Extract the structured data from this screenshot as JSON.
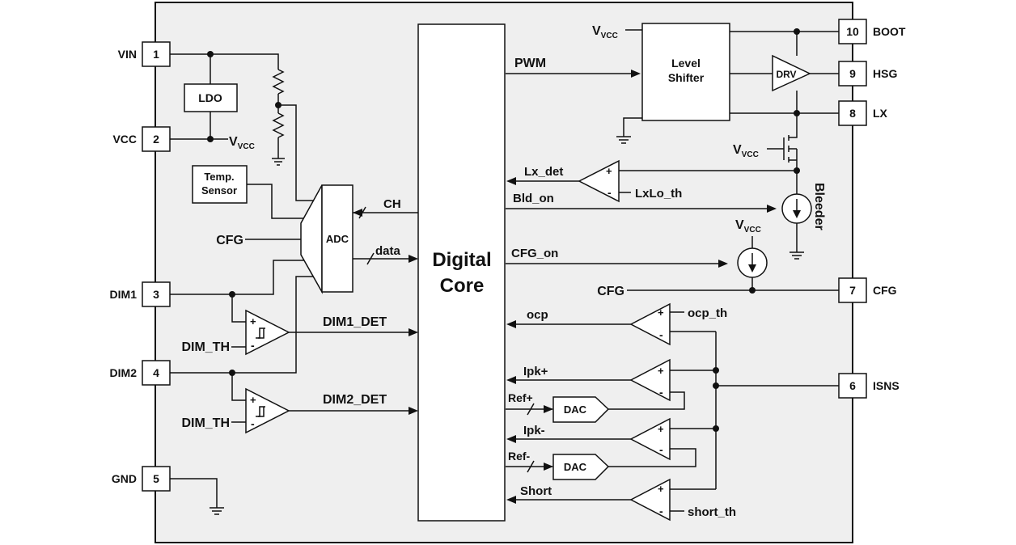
{
  "core": {
    "line1": "Digital",
    "line2": "Core"
  },
  "pins": [
    {
      "num": "1",
      "name": "VIN"
    },
    {
      "num": "2",
      "name": "VCC"
    },
    {
      "num": "3",
      "name": "DIM1"
    },
    {
      "num": "4",
      "name": "DIM2"
    },
    {
      "num": "5",
      "name": "GND"
    },
    {
      "num": "6",
      "name": "ISNS"
    },
    {
      "num": "7",
      "name": "CFG"
    },
    {
      "num": "8",
      "name": "LX"
    },
    {
      "num": "9",
      "name": "HSG"
    },
    {
      "num": "10",
      "name": "BOOT"
    }
  ],
  "blocks": {
    "ldo": "LDO",
    "temp_line1": "Temp.",
    "temp_line2": "Sensor",
    "adc": "ADC",
    "level_line1": "Level",
    "level_line2": "Shifter",
    "drv": "DRV",
    "dac": "DAC"
  },
  "labels": {
    "v": "V",
    "vcc_sub": "VCC",
    "cfg_in": "CFG",
    "ch": "CH",
    "data": "data",
    "dim_th": "DIM_TH",
    "dim1_det": "DIM1_DET",
    "dim2_det": "DIM2_DET",
    "pwm": "PWM",
    "lx_det": "Lx_det",
    "lxlo_th": "LxLo_th",
    "bld_on": "Bld_on",
    "bleeder": "Bleeder",
    "cfg_on": "CFG_on",
    "cfg_pin": "CFG",
    "ocp": "ocp",
    "ocp_th": "ocp_th",
    "ipk_plus": "Ipk+",
    "ref_plus": "Ref+",
    "ipk_minus": "Ipk-",
    "ref_minus": "Ref-",
    "short": "Short",
    "short_th": "short_th",
    "plus": "+",
    "minus": "-"
  }
}
